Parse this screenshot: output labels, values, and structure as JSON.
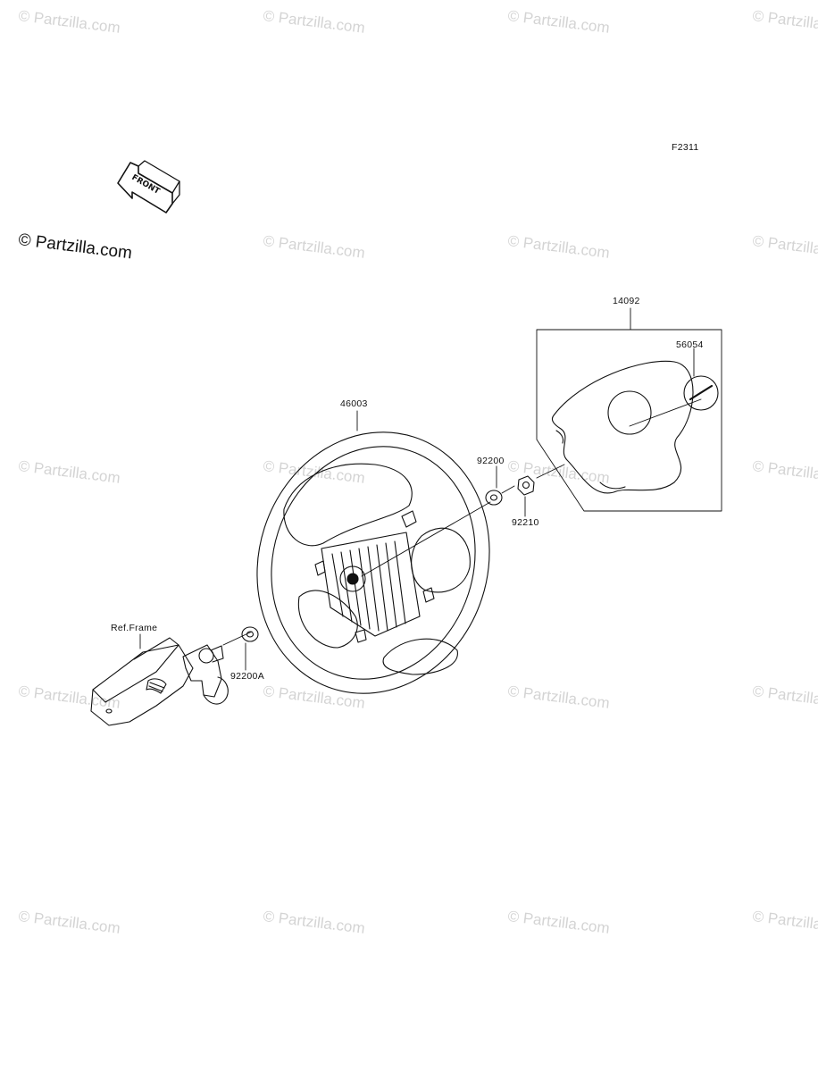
{
  "diagram": {
    "figure_code": "F2311",
    "front_arrow_text": "FRONT",
    "watermark_text": "© Partzilla.com",
    "parts": {
      "p14092": "14092",
      "p56054": "56054",
      "p46003": "46003",
      "p92200": "92200",
      "p92210": "92210",
      "p92200A": "92200A",
      "ref_frame": "Ref.Frame"
    }
  }
}
